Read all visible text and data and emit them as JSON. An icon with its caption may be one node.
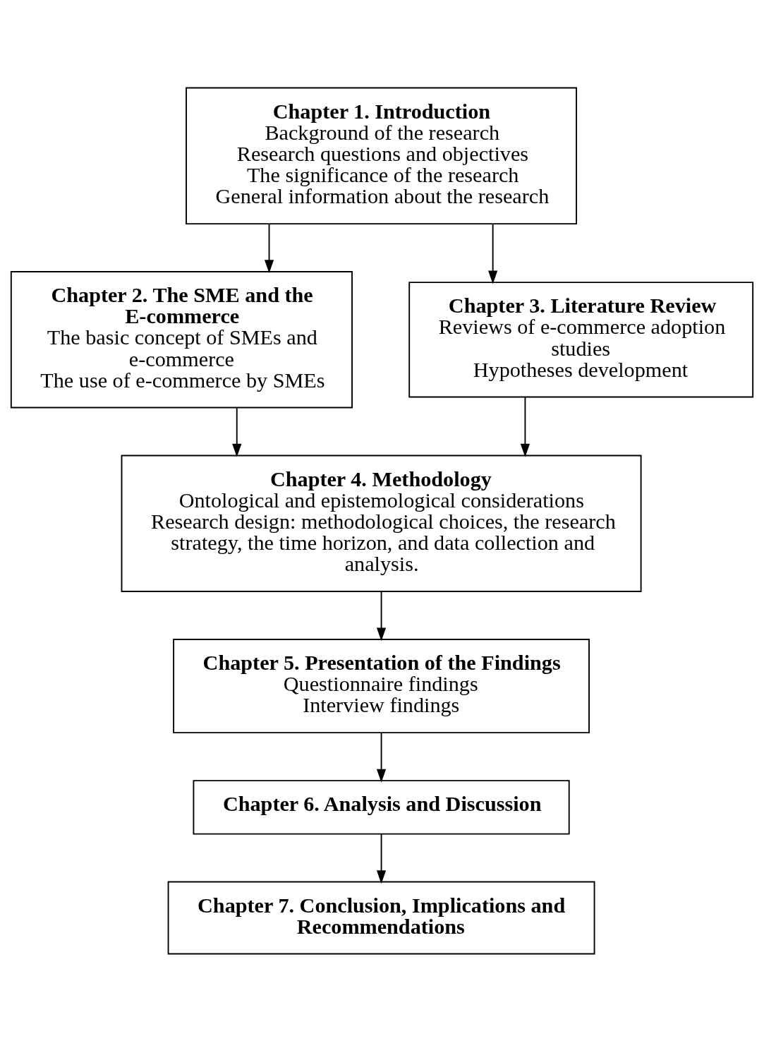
{
  "diagram": {
    "nodes": [
      {
        "text": [
          "Chapter 1. Introduction",
          "Background of the research",
          "Research questions and objectives",
          "The significance of the research",
          "General information about the research"
        ]
      },
      {
        "text": [
          "Chapter 2. The SME and the E-commerce",
          "The basic concept of SMEs and e-commerce",
          "The use of e-commerce by SMEs"
        ]
      },
      {
        "text": [
          "Chapter 3. Literature Review",
          "Reviews of e-commerce adoption studies",
          "Hypotheses development"
        ]
      },
      {
        "text": [
          "Chapter 4. Methodology",
          "Ontological and epistemological considerations",
          "Research design: methodological choices, the research strategy, the time horizon, and data collection and analysis."
        ]
      },
      {
        "text": [
          "Chapter 5. Presentation of the Findings",
          "Questionnaire findings",
          "Interview findings"
        ]
      },
      {
        "text": [
          "Chapter 6. Analysis and Discussion"
        ]
      },
      {
        "text": [
          "Chapter 7. Conclusion, Implications and Recommendations"
        ]
      }
    ],
    "edges": [
      {
        "from": 0,
        "to": 1,
        "arrow": "to"
      },
      {
        "from": 0,
        "to": 2,
        "arrow": "to"
      },
      {
        "from": 1,
        "to": 3,
        "arrow": "to"
      },
      {
        "from": 2,
        "to": 3,
        "arrow": "to"
      },
      {
        "from": 3,
        "to": 4,
        "arrow": "to"
      },
      {
        "from": 4,
        "to": 5,
        "arrow": "to"
      },
      {
        "from": 5,
        "to": 6,
        "arrow": "to"
      }
    ]
  }
}
